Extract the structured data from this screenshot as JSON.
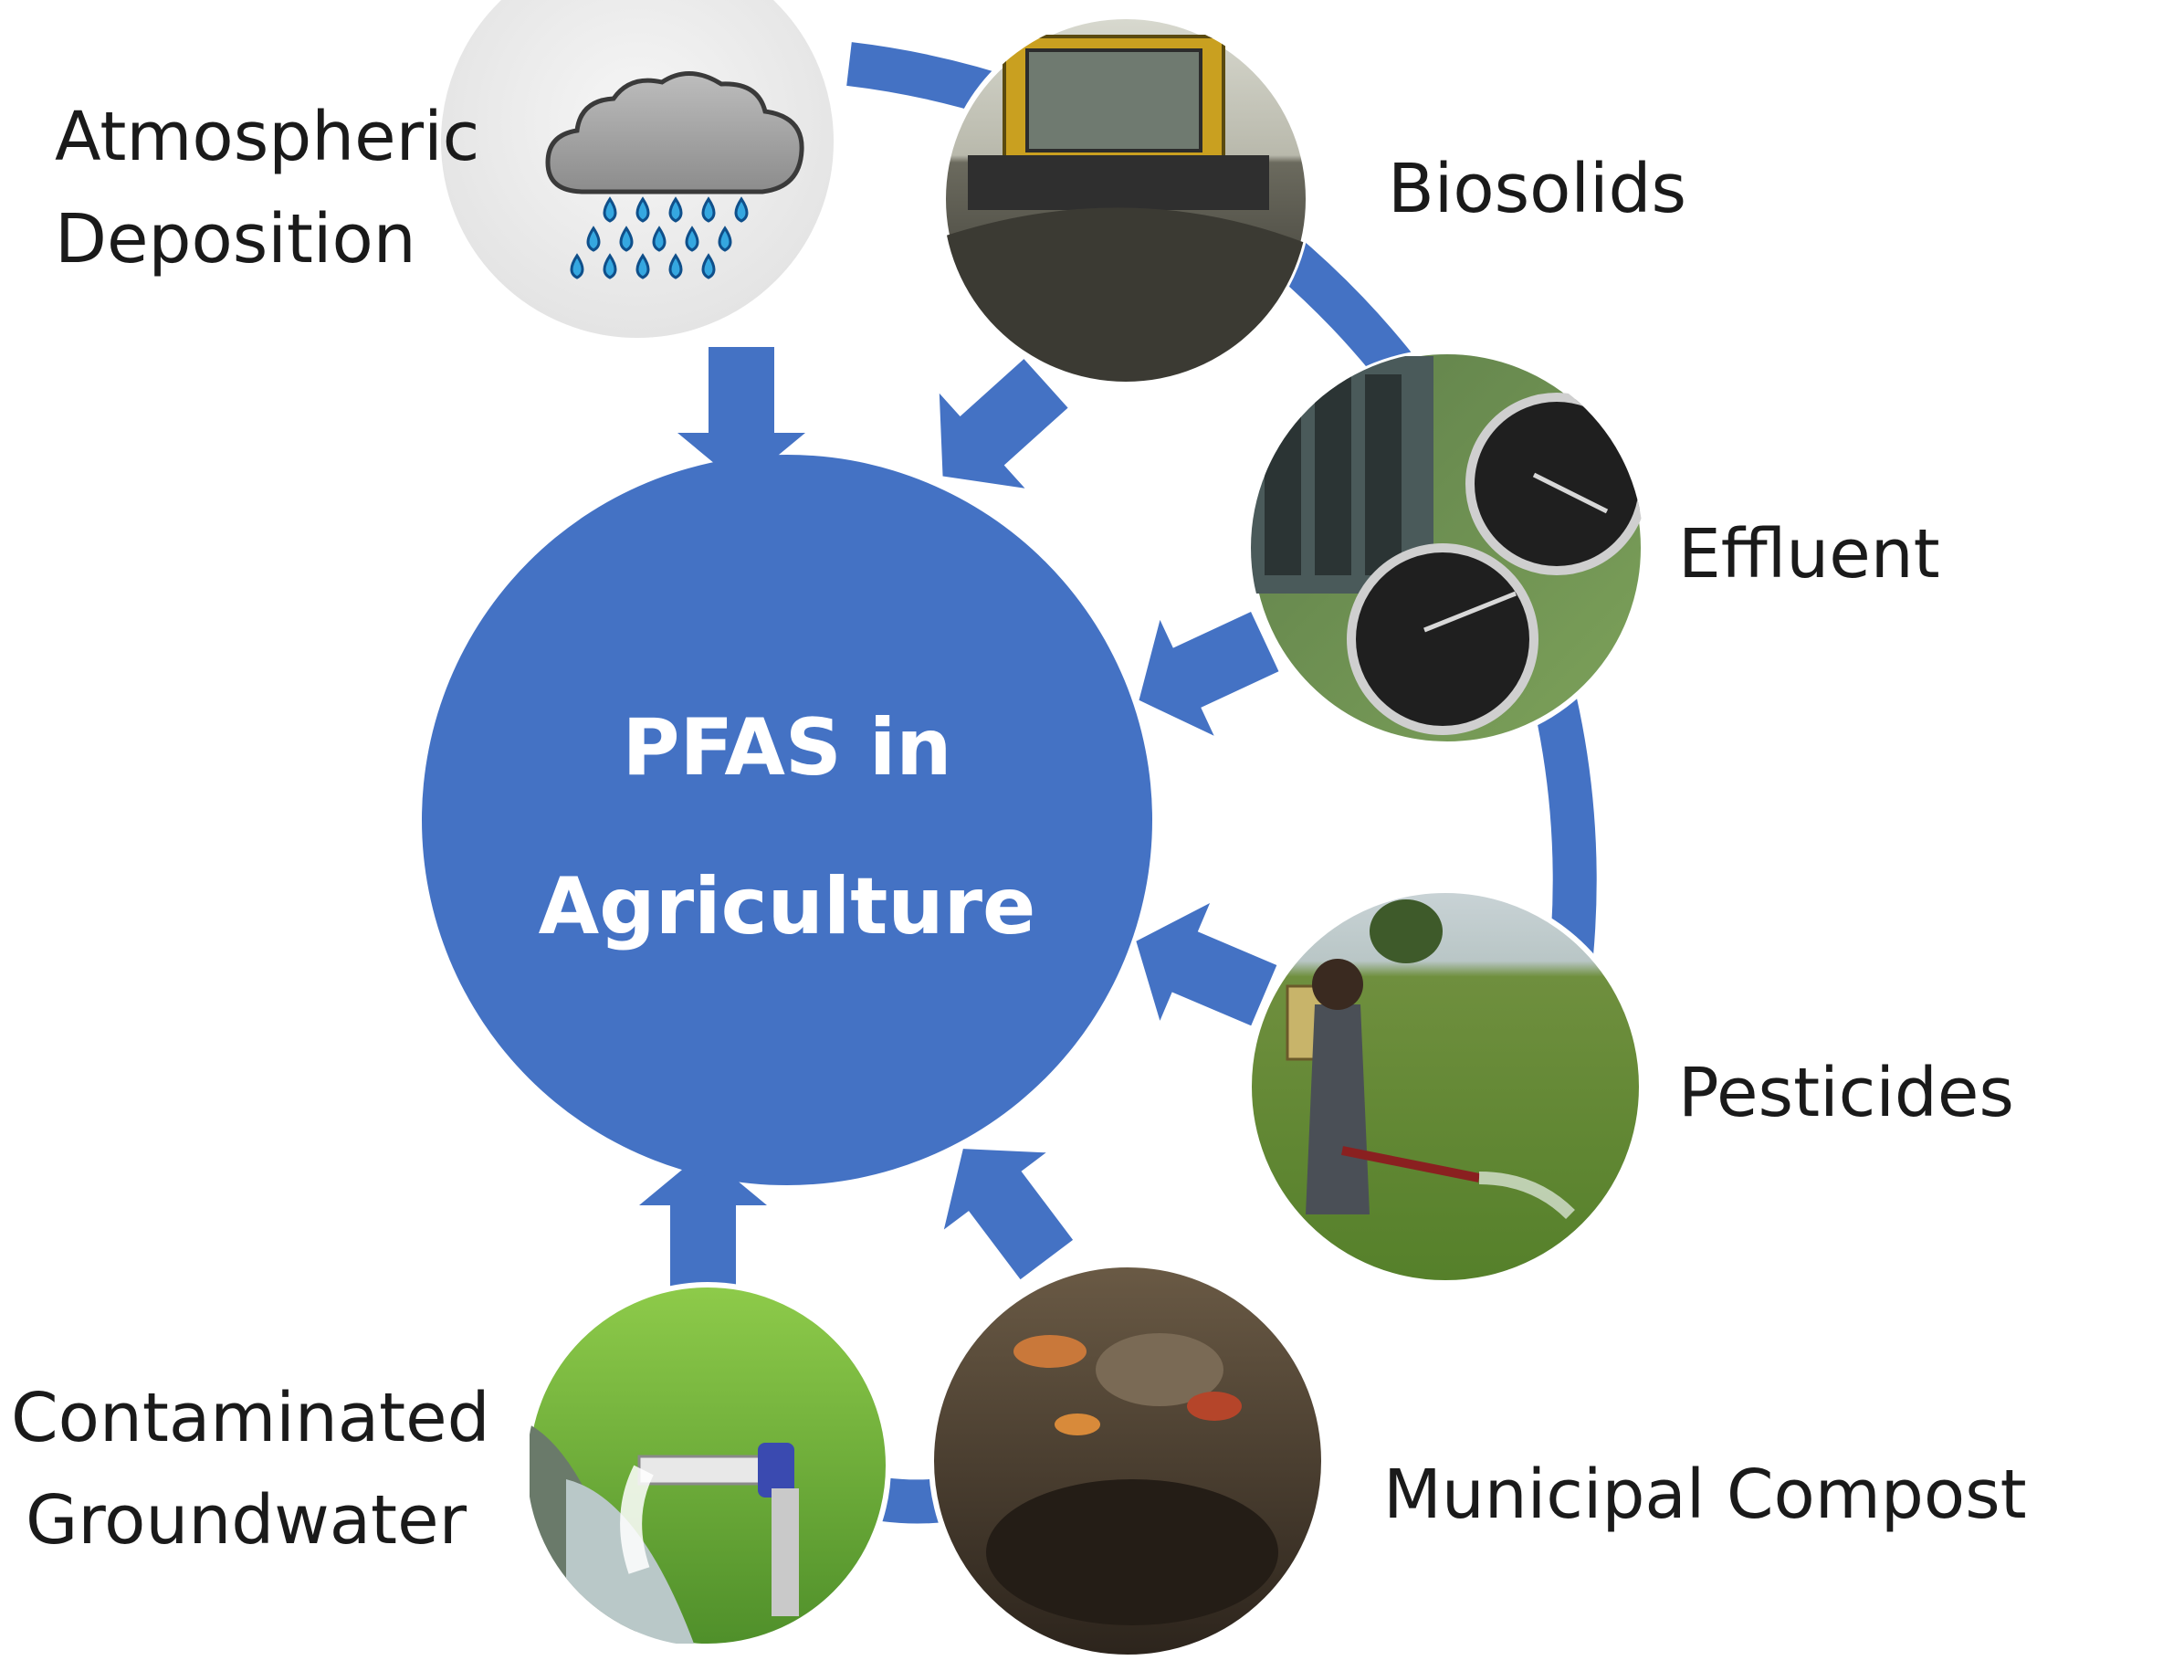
{
  "center": {
    "line1": "PFAS in",
    "line2": "Agriculture",
    "color": "#4472C4"
  },
  "colors": {
    "arrow": "#4472C4",
    "ring": "#4472C4",
    "label": "#1a1a1a"
  },
  "sources": [
    {
      "id": "atmospheric",
      "lines": [
        "Atmospheric",
        "Deposition"
      ],
      "icon": "rain-cloud-icon"
    },
    {
      "id": "biosolids",
      "lines": [
        "Biosolids"
      ],
      "icon": "bulldozer-photo"
    },
    {
      "id": "effluent",
      "lines": [
        "Effluent"
      ],
      "icon": "treatment-plant-photo"
    },
    {
      "id": "pesticides",
      "lines": [
        "Pesticides"
      ],
      "icon": "sprayer-photo"
    },
    {
      "id": "compost",
      "lines": [
        "Municipal Compost"
      ],
      "icon": "compost-photo"
    },
    {
      "id": "groundwater",
      "lines": [
        "Contaminated",
        "Groundwater"
      ],
      "icon": "irrigation-pump-photo"
    }
  ]
}
